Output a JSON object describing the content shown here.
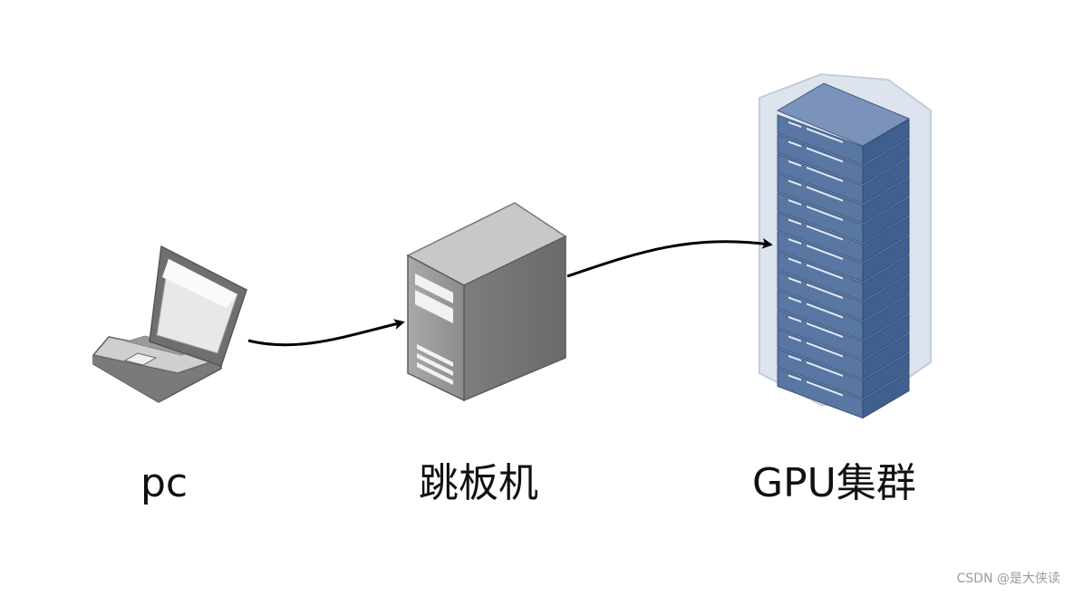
{
  "nodes": {
    "pc": {
      "label": "pc",
      "icon": "laptop-icon"
    },
    "jump": {
      "label": "跳板机",
      "icon": "tower-server-icon"
    },
    "gpu": {
      "label": "GPU集群",
      "icon": "server-rack-icon"
    }
  },
  "edges": [
    {
      "from": "pc",
      "to": "jump"
    },
    {
      "from": "jump",
      "to": "gpu"
    }
  ],
  "watermark": "CSDN @是大侠读",
  "colors": {
    "rack_blue": "#5a76a3",
    "rack_glow": "#dde4ee",
    "tower_gray": "#9e9e9e",
    "arrow": "#000000"
  }
}
